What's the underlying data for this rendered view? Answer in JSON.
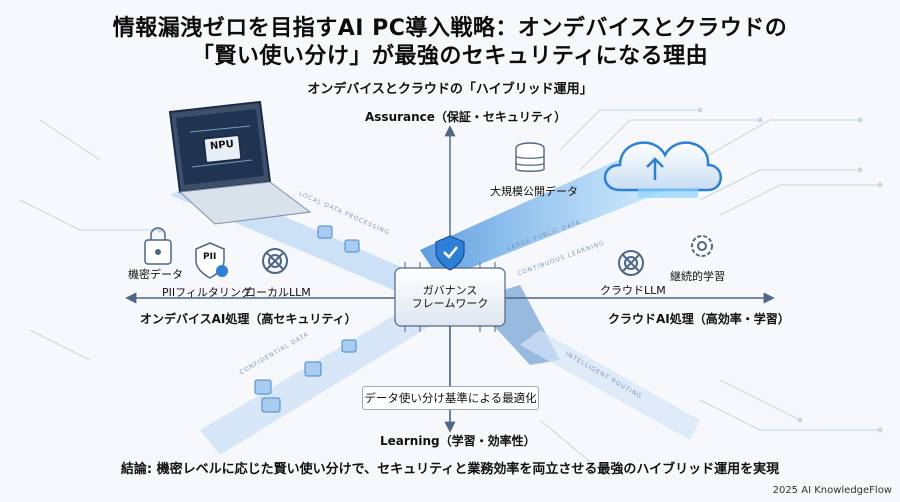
{
  "title_line1": "情報漏洩ゼロを目指すAI PC導入戦略：オンデバイスとクラウドの",
  "title_line2": "「賢い使い分け」が最強のセキュリティになる理由",
  "subtitle": "オンデバイスとクラウドの「ハイブリッド運用」",
  "axes": {
    "top": "Assurance（保証・セキュリティ）",
    "bottom": "Learning（学習・効率性）",
    "left": "オンデバイスAI処理（高セキュリティ）",
    "right": "クラウドAI処理（高効率・学習）"
  },
  "center_label": "ガバナンス\nフレームワーク",
  "left_items": {
    "confidential": "機密データ",
    "pii": "PIIフィルタリング",
    "local_llm": "ローカルLLM",
    "npu": "NPU",
    "pii_badge": "PII"
  },
  "right_items": {
    "public_data": "大規模公開データ",
    "cloud_llm": "クラウドLLM",
    "continuous": "継続的学習"
  },
  "optimization": "データ使い分け基準による最適化",
  "conclusion": "結論: 機密レベルに応じた賢い使い分けで、セキュリティと業務効率を両立させる最強のハイブリッド運用を実現",
  "credit": "2025 AI KnowledgeFlow",
  "colors": {
    "accent": "#2e7fd6",
    "light_accent": "#8fd3ff",
    "dark": "#1a2a44"
  }
}
